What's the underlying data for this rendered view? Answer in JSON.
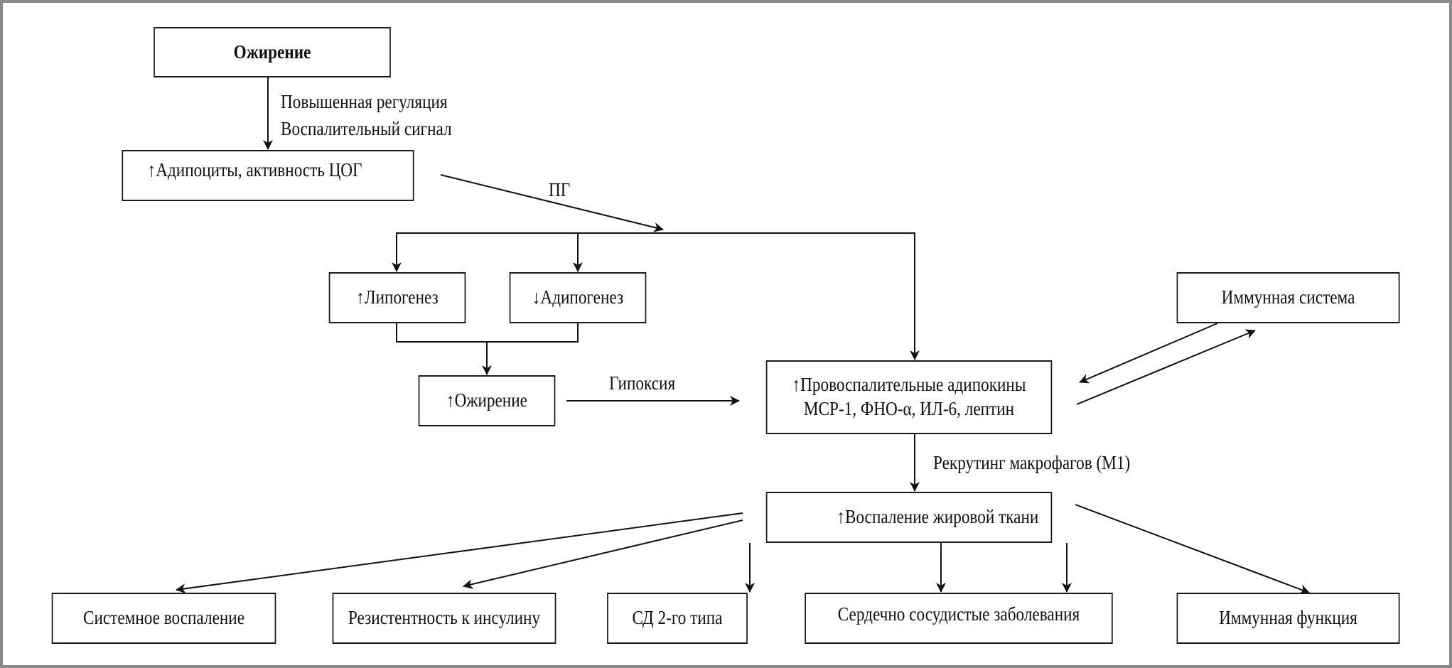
{
  "diagram": {
    "title": "Ожирение",
    "nodes": {
      "obesity": "Ожирение",
      "adipocytes": "↑Адипоциты, активность ЦОГ",
      "lipogenesis": "↑Липогенез",
      "adipogenesis": "↓Адипогенез",
      "obesity_up": "↑Ожирение",
      "adipokines_line1": "↑Провоспалительные адипокины",
      "adipokines_line2": "МСР-1, ФНО-α, ИЛ-6, лептин",
      "immune_system": "Иммунная система",
      "tissue_inflammation": "↑Воспаление жировой ткани",
      "systemic_inflammation": "Системное воспаление",
      "insulin_resistance": "Резистентность к инсулину",
      "diabetes_type2": "СД 2-го типа",
      "cardiovascular": "Сердечно сосудистые заболевания",
      "immune_function": "Иммунная функция"
    },
    "edge_labels": {
      "upregulation": "Повышенная регуляция",
      "inflammatory_signal": "Воспалительный сигнал",
      "pg": "ПГ",
      "hypoxia": "Гипоксия",
      "macrophage_recruitment": "Рекрутинг макрофагов (М1)"
    },
    "edges": [
      {
        "from": "obesity",
        "to": "adipocytes",
        "label": "upregulation / inflammatory_signal"
      },
      {
        "from": "adipocytes",
        "to": "branch",
        "label": "pg"
      },
      {
        "from": "branch",
        "to": "lipogenesis"
      },
      {
        "from": "branch",
        "to": "adipogenesis"
      },
      {
        "from": "branch",
        "to": "adipokines"
      },
      {
        "from": "lipogenesis+adipogenesis",
        "to": "obesity_up"
      },
      {
        "from": "obesity_up",
        "to": "adipokines",
        "label": "hypoxia"
      },
      {
        "from": "immune_system",
        "to": "adipokines"
      },
      {
        "from": "adipokines",
        "to": "immune_system"
      },
      {
        "from": "adipokines",
        "to": "tissue_inflammation",
        "label": "macrophage_recruitment"
      },
      {
        "from": "tissue_inflammation",
        "to": "systemic_inflammation"
      },
      {
        "from": "tissue_inflammation",
        "to": "insulin_resistance"
      },
      {
        "from": "tissue_inflammation",
        "to": "diabetes_type2"
      },
      {
        "from": "tissue_inflammation",
        "to": "cardiovascular"
      },
      {
        "from": "tissue_inflammation",
        "to": "immune_function"
      }
    ]
  }
}
